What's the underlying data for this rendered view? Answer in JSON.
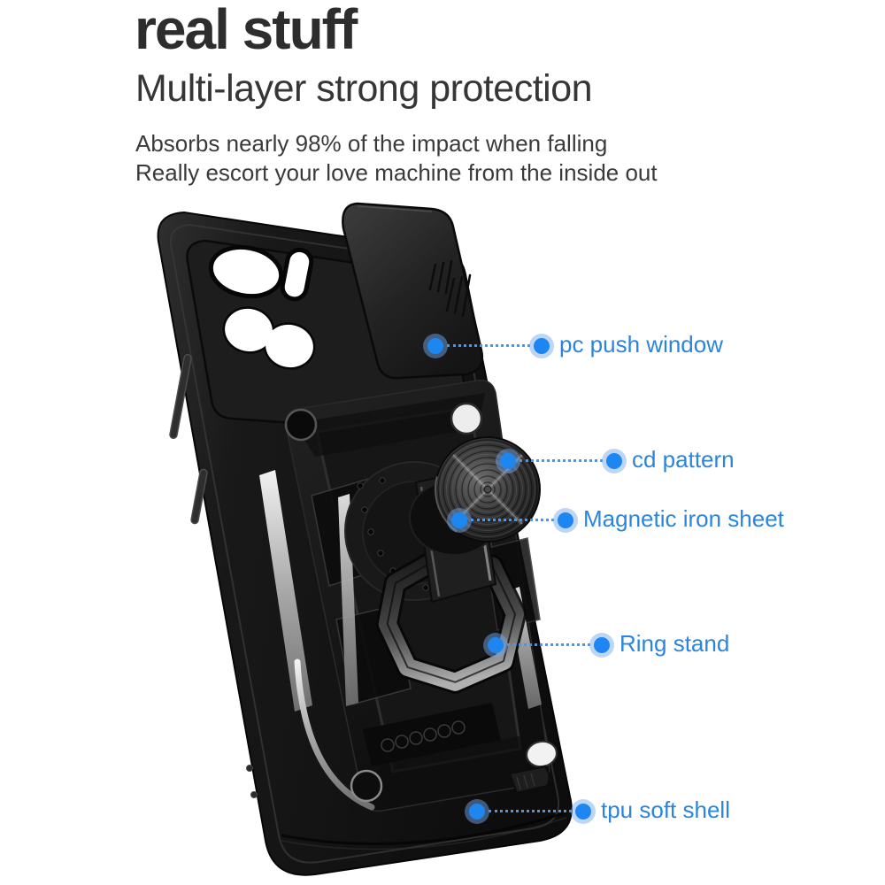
{
  "header": {
    "title": "real stuff",
    "subtitle": "Multi-layer strong protection",
    "description_lines": [
      "Absorbs nearly 98% of the impact when falling",
      "Really escort your love machine from the inside out"
    ]
  },
  "callouts": [
    {
      "label": "pc push window"
    },
    {
      "label": "cd pattern"
    },
    {
      "label": "Magnetic iron sheet"
    },
    {
      "label": "Ring stand"
    },
    {
      "label": "tpu soft shell"
    }
  ],
  "product": {
    "item": "armor phone case with slide camera cover and ring stand",
    "case_color": "black"
  },
  "colors": {
    "background": "#ffffff",
    "heading_text": "#2d2d2d",
    "body_text": "#3a3a3a",
    "callout_text": "#2b85dc",
    "callout_dot_core": "#1e86f0",
    "callout_dot_halo": "#78aaeb",
    "callout_dotted_line": "#4e96e3",
    "case_black": "#151515",
    "silver_accent": "#c9c9c9"
  }
}
